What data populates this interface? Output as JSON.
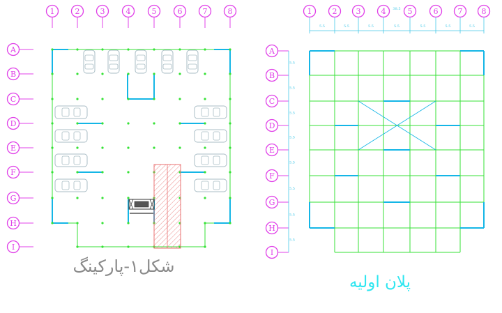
{
  "colors": {
    "bubble": "#e040e8",
    "grid": "#36e236",
    "wall": "#14b6e6",
    "car": "#a8bcc4",
    "ramp": "#e87070",
    "caption_left": "#8a8a8a",
    "caption_right": "#2ee6f0",
    "dim": "#44c8e8"
  },
  "left_plan": {
    "columns": [
      "1",
      "2",
      "3",
      "4",
      "5",
      "6",
      "7",
      "8"
    ],
    "rows": [
      "A",
      "B",
      "C",
      "D",
      "E",
      "F",
      "G",
      "H",
      "I"
    ],
    "caption": "شکل۱-پارکینگ"
  },
  "right_plan": {
    "columns": [
      "1",
      "2",
      "3",
      "4",
      "5",
      "6",
      "7",
      "8"
    ],
    "rows": [
      "A",
      "B",
      "C",
      "D",
      "E",
      "F",
      "G",
      "H",
      "I"
    ],
    "column_dims": [
      "5.5",
      "5.5",
      "5.5",
      "5.5",
      "5.5",
      "5.5",
      "5.5"
    ],
    "row_dims": [
      "5.5",
      "5.5",
      "5.5",
      "5.5",
      "5.5",
      "5.5",
      "5.5",
      "5.5"
    ],
    "top_total": "38.5",
    "caption": "پلان اولیه"
  }
}
